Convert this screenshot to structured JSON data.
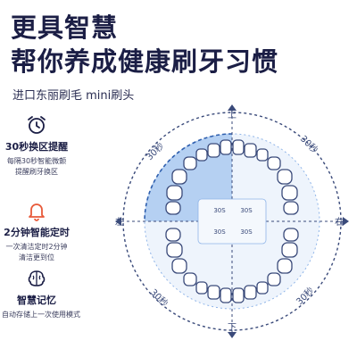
{
  "headline": {
    "line1": "更具智慧",
    "line2": "帮你养成健康刷牙习惯"
  },
  "subline": "进口东丽刷毛 mini刷头",
  "features": [
    {
      "icon": "alarm-clock-icon",
      "title": "30秒换区提醒",
      "desc1": "每隔30秒智能微颤",
      "desc2": "提醒刷牙换区"
    },
    {
      "icon": "bell-icon",
      "title": "2分钟智能定时",
      "desc1": "一次清洁定时2分钟",
      "desc2": "清洁更到位"
    },
    {
      "icon": "brain-icon",
      "title": "智慧记忆",
      "desc1": "自动存储上一次使用模式"
    }
  ],
  "diagram": {
    "top": "上",
    "bottom": "下",
    "left": "左",
    "right": "右",
    "arc_labels": [
      "30秒",
      "30秒",
      "30秒",
      "30秒"
    ],
    "quadrants": [
      "30S",
      "30S",
      "30S",
      "30S"
    ]
  },
  "colors": {
    "headline": "#1b1e45",
    "accent": "#8fb4e8",
    "line": "#3a4a7a",
    "bell": "#e85a3a"
  }
}
